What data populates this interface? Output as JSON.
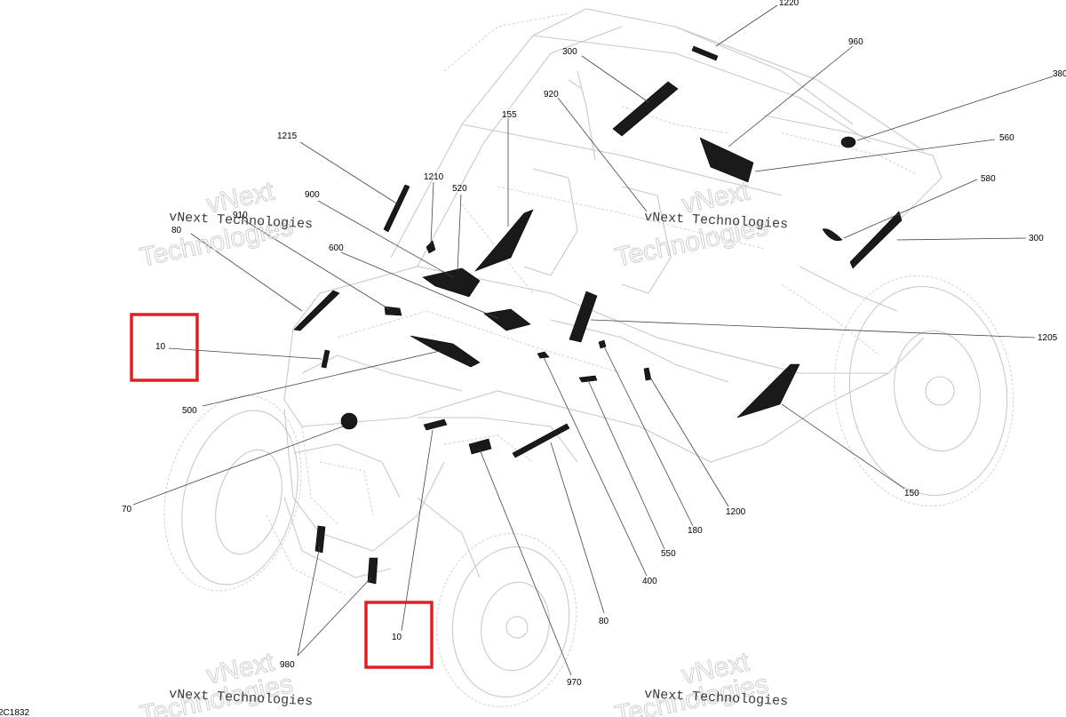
{
  "figure_code": "2C1832",
  "watermark": {
    "brand": "vNext Technologies",
    "line1": "vNext",
    "line2": "Technologies"
  },
  "callouts": {
    "c1220": "1220",
    "c300a": "300",
    "c960": "960",
    "c380": "380",
    "c920": "920",
    "c155": "155",
    "c560": "560",
    "c1215": "1215",
    "c580": "580",
    "c1210": "1210",
    "c520": "520",
    "c900": "900",
    "c910": "910",
    "c300b": "300",
    "c80a": "80",
    "c600": "600",
    "c1205": "1205",
    "c10a": "10",
    "c500": "500",
    "c150": "150",
    "c70": "70",
    "c1200": "1200",
    "c180": "180",
    "c550": "550",
    "c400": "400",
    "c80b": "80",
    "c10b": "10",
    "c980": "980",
    "c970": "970"
  },
  "highlight_color": "#e02020"
}
